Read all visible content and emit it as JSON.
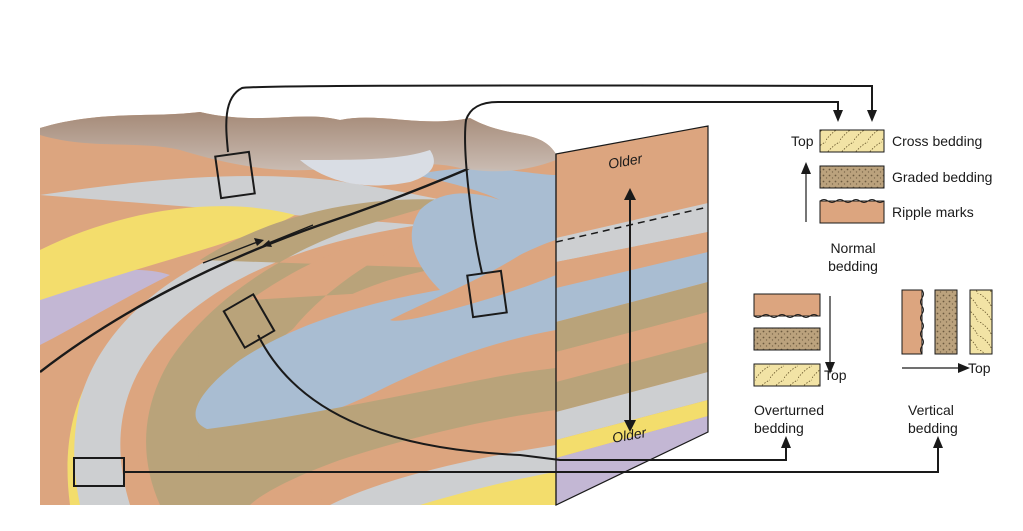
{
  "diagram": {
    "front_labels": {
      "older_top": "Older",
      "older_bottom": "Older"
    },
    "legend": {
      "top_label": "Top",
      "items": [
        {
          "label": "Cross bedding"
        },
        {
          "label": "Graded bedding"
        },
        {
          "label": "Ripple marks"
        }
      ],
      "normal_caption_line1": "Normal",
      "normal_caption_line2": "bedding"
    },
    "overturned": {
      "top_label": "Top",
      "caption_line1": "Overturned",
      "caption_line2": "bedding"
    },
    "vertical": {
      "top_label": "Top",
      "caption_line1": "Vertical",
      "caption_line2": "bedding"
    },
    "colors": {
      "tan": "#dca57f",
      "gray": "#cdcfd1",
      "yellow": "#f3dd6c",
      "olive": "#b9a37a",
      "blue": "#a9bdd2",
      "purple": "#c3b7d4",
      "mountain": "#a08470",
      "outline": "#1a1a1a"
    }
  }
}
